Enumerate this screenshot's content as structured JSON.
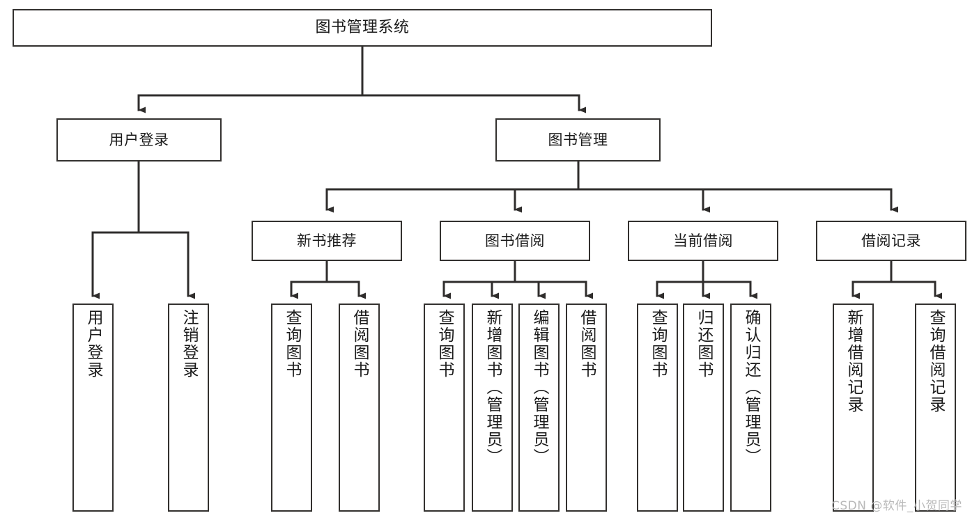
{
  "diagram": {
    "type": "tree-hierarchy-chart",
    "title": "图书管理系统",
    "watermark": "CSDN @软件_小贺同学",
    "colors": {
      "box_border": "#33312f",
      "box_fill": "#ffffff",
      "connector": "#2f2d2c",
      "text": "#1b1b1b",
      "watermark": "#b9b9b9",
      "background": "#ffffff"
    },
    "nodes": {
      "root": {
        "label": "图书管理系统",
        "level": 1
      },
      "level2": [
        {
          "id": "user-login",
          "label": "用户登录"
        },
        {
          "id": "book-management",
          "label": "图书管理"
        }
      ],
      "level3": [
        {
          "id": "new-book-recommend",
          "label": "新书推荐",
          "parent": "book-management"
        },
        {
          "id": "book-borrow",
          "label": "图书借阅",
          "parent": "book-management"
        },
        {
          "id": "current-borrow",
          "label": "当前借阅",
          "parent": "book-management"
        },
        {
          "id": "borrow-record",
          "label": "借阅记录",
          "parent": "book-management"
        }
      ],
      "leaves": [
        {
          "id": "leaf-user-login",
          "label": "用户登录",
          "parent": "user-login"
        },
        {
          "id": "leaf-logout-login",
          "label": "注销登录",
          "parent": "user-login"
        },
        {
          "id": "leaf-query-book-1",
          "label": "查询图书",
          "parent": "new-book-recommend"
        },
        {
          "id": "leaf-borrow-book-1",
          "label": "借阅图书",
          "parent": "new-book-recommend"
        },
        {
          "id": "leaf-query-book-2",
          "label": "查询图书",
          "parent": "book-borrow"
        },
        {
          "id": "leaf-add-book",
          "label": "新增图书（管理员）",
          "parent": "book-borrow"
        },
        {
          "id": "leaf-edit-book",
          "label": "编辑图书（管理员）",
          "parent": "book-borrow"
        },
        {
          "id": "leaf-borrow-book-2",
          "label": "借阅图书",
          "parent": "book-borrow"
        },
        {
          "id": "leaf-query-book-3",
          "label": "查询图书",
          "parent": "current-borrow"
        },
        {
          "id": "leaf-return-book",
          "label": "归还图书",
          "parent": "current-borrow"
        },
        {
          "id": "leaf-confirm-return",
          "label": "确认归还（管理员）",
          "parent": "current-borrow"
        },
        {
          "id": "leaf-add-borrow-record",
          "label": "新增借阅记录",
          "parent": "borrow-record"
        },
        {
          "id": "leaf-query-borrow-record",
          "label": "查询借阅记录",
          "parent": "borrow-record"
        }
      ]
    }
  }
}
